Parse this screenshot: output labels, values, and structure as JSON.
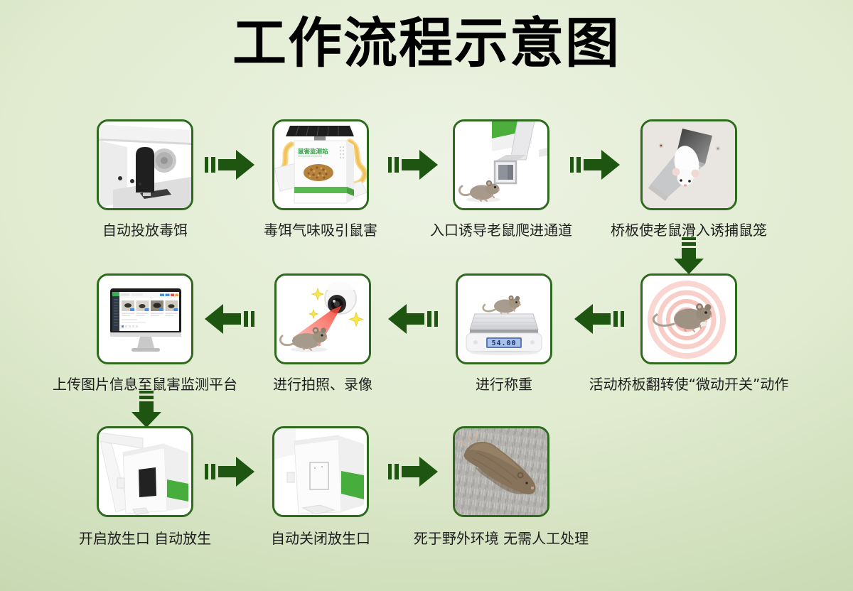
{
  "title": "工作流程示意图",
  "colors": {
    "background_center": "#edf3e4",
    "background_edge": "#aec897",
    "box_border_green": "#2e6a1d",
    "arrow_green": "#1d5511",
    "accent_green": "#47ad3c",
    "label_text": "#1e1e1e"
  },
  "rows": [
    {
      "flow": "left-to-right",
      "cells": [
        {
          "label": "自动投放毒饵",
          "icon": "bait-dispenser-mechanism"
        },
        {
          "label": "毒饵气味吸引鼠害",
          "icon": "bait-station-with-pellets"
        },
        {
          "label": "入口诱导老鼠爬进通道",
          "icon": "mouse-at-tunnel-entrance"
        },
        {
          "label": "桥板使老鼠滑入诱捕鼠笼",
          "icon": "mouse-on-bridge-plate"
        }
      ]
    },
    {
      "flow": "right-to-left",
      "cells": [
        {
          "label": "上传图片信息至鼠害监测平台",
          "icon": "monitoring-platform-screen"
        },
        {
          "label": "进行拍照、录像",
          "icon": "camera-photographing-mouse"
        },
        {
          "label": "进行称重",
          "icon": "mouse-on-scale"
        },
        {
          "label": "活动桥板翻转使“微动开关”动作",
          "icon": "mouse-with-signal-ripples"
        }
      ]
    },
    {
      "flow": "left-to-right",
      "cells": [
        {
          "label": "开启放生口 自动放生",
          "icon": "release-port-open"
        },
        {
          "label": "自动关闭放生口",
          "icon": "release-port-closed"
        },
        {
          "label": "死于野外环境 无需人工处理",
          "icon": "dead-mouse-outdoors"
        }
      ]
    }
  ],
  "embedded_text": {
    "bait_station_name": "鼠害监测站",
    "scale_display": "54.00"
  }
}
